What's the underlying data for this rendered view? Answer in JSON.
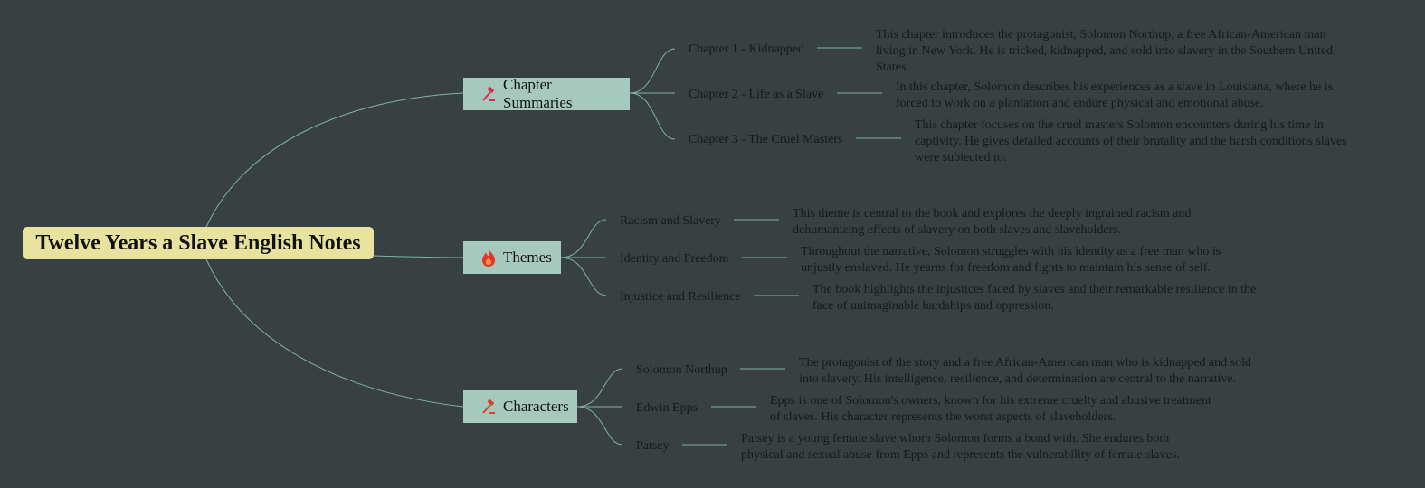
{
  "root": {
    "title": "Twelve Years a Slave English Notes"
  },
  "branches": [
    {
      "label": "Chapter Summaries",
      "icon": "gavel-icon",
      "items": [
        {
          "label": "Chapter 1 - Kidnapped",
          "note": "This chapter introduces the protagonist, Solomon Northup, a free African-American man living in New York. He is tricked, kidnapped, and sold into slavery in the Southern United States."
        },
        {
          "label": "Chapter 2 - Life as a Slave",
          "note": "In this chapter, Solomon describes his experiences as a slave in Louisiana, where he is forced to work on a plantation and endure physical and emotional abuse."
        },
        {
          "label": "Chapter 3 - The Cruel Masters",
          "note": "This chapter focuses on the cruel masters Solomon encounters during his time in captivity. He gives detailed accounts of their brutality and the harsh conditions slaves were subjected to."
        }
      ]
    },
    {
      "label": "Themes",
      "icon": "fire-icon",
      "items": [
        {
          "label": "Racism and Slavery",
          "note": "This theme is central to the book and explores the deeply ingrained racism and dehumanizing effects of slavery on both slaves and slaveholders."
        },
        {
          "label": "Identity and Freedom",
          "note": "Throughout the narrative, Solomon struggles with his identity as a free man who is unjustly enslaved. He yearns for freedom and fights to maintain his sense of self."
        },
        {
          "label": "Injustice and Resilience",
          "note": "The book highlights the injustices faced by slaves and their remarkable resilience in the face of unimaginable hardships and oppression."
        }
      ]
    },
    {
      "label": "Characters",
      "icon": "gavel-icon",
      "items": [
        {
          "label": "Solomon Northup",
          "note": "The protagonist of the story and a free African-American man who is kidnapped and sold into slavery. His intelligence, resilience, and determination are central to the narrative."
        },
        {
          "label": "Edwin Epps",
          "note": "Epps is one of Solomon's owners, known for his extreme cruelty and abusive treatment of slaves. His character represents the worst aspects of slaveholders."
        },
        {
          "label": "Patsey",
          "note": "Patsey is a young female slave whom Solomon forms a bond with. She endures both physical and sexual abuse from Epps and represents the vulnerability of female slaves."
        }
      ]
    }
  ],
  "colors": {
    "background": "#384042",
    "edge": "#7fb2a6",
    "root": "#e8e29f",
    "branch": "#a6c8bd"
  }
}
